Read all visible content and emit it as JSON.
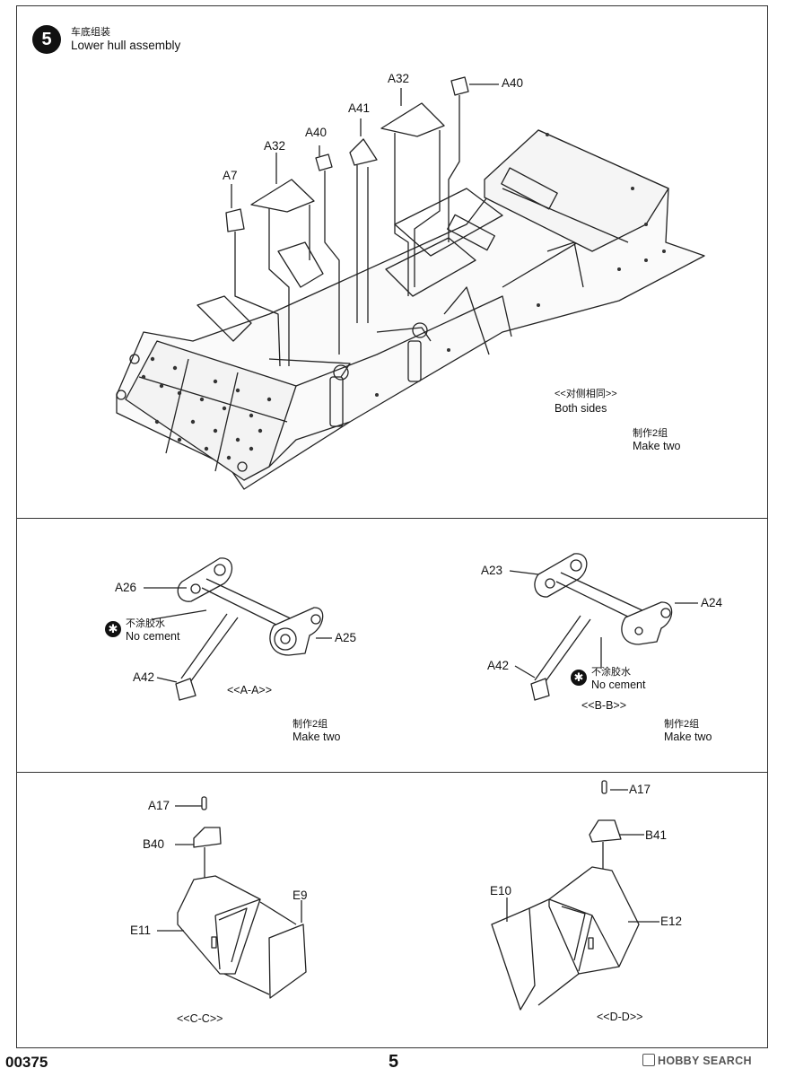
{
  "step": {
    "number": "5",
    "title_cn": "车底组装",
    "title_en": "Lower hull assembly"
  },
  "panel1": {
    "parts": {
      "a7": "A7",
      "a32_left": "A32",
      "a40_left": "A40",
      "a41": "A41",
      "a32_right": "A32",
      "a40_right": "A40"
    },
    "both_sides_cn": "<<对侧相同>>",
    "both_sides_en": "Both sides",
    "make_two_cn": "制作2组",
    "make_two_en": "Make two"
  },
  "panel2": {
    "left": {
      "a26": "A26",
      "a25": "A25",
      "a42": "A42",
      "no_cement_cn": "不涂胶水",
      "no_cement_en": "No cement",
      "section": "<<A-A>>",
      "make_two_cn": "制作2组",
      "make_two_en": "Make two"
    },
    "right": {
      "a23": "A23",
      "a24": "A24",
      "a42": "A42",
      "no_cement_cn": "不涂胶水",
      "no_cement_en": "No cement",
      "section": "<<B-B>>",
      "make_two_cn": "制作2组",
      "make_two_en": "Make two"
    }
  },
  "panel3": {
    "left": {
      "a17": "A17",
      "b40": "B40",
      "e11": "E11",
      "e9": "E9",
      "section": "<<C-C>>"
    },
    "right": {
      "a17": "A17",
      "b41": "B41",
      "e10": "E10",
      "e12": "E12",
      "section": "<<D-D>>"
    }
  },
  "footer": {
    "code": "00375",
    "page": "5",
    "watermark": "HOBBY SEARCH"
  }
}
